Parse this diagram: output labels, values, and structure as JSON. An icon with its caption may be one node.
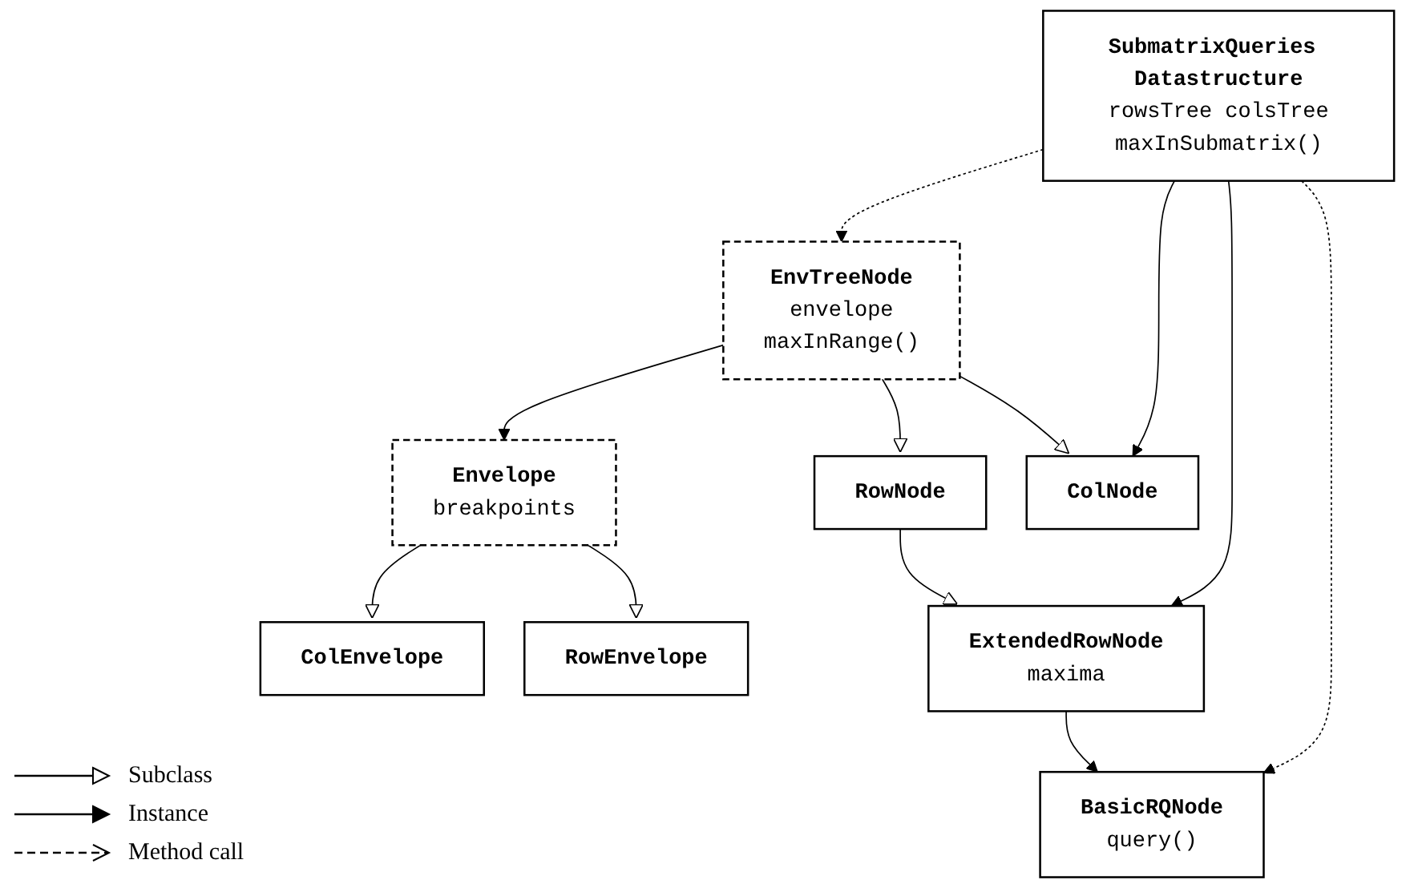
{
  "diagram": {
    "nodes": [
      {
        "text": [
          "Envelope",
          "breakpoints"
        ]
      },
      {
        "text": [
          "EnvTreeNode",
          "envelope",
          "maxInRange()"
        ]
      },
      {
        "text": [
          "ColEnvelope"
        ]
      },
      {
        "text": [
          "RowEnvelope"
        ]
      },
      {
        "text": [
          "RowNode"
        ]
      },
      {
        "text": [
          "ColNode"
        ]
      },
      {
        "text": [
          "BasicRQNode",
          "query()"
        ]
      },
      {
        "text": [
          "ExtendedRowNode",
          "maxima"
        ]
      },
      {
        "text": [
          "SubmatrixQueries Datastructure",
          "rowsTree colsTree",
          "maxInSubmatrix()"
        ]
      }
    ],
    "edges": [
      {
        "from": 1,
        "to": 0,
        "arrow": "to"
      },
      {
        "from": 0,
        "to": 2,
        "arrow": "to"
      },
      {
        "from": 0,
        "to": 3,
        "arrow": "to"
      },
      {
        "from": 1,
        "to": 4,
        "arrow": "to"
      },
      {
        "from": 1,
        "to": 5,
        "arrow": "to"
      },
      {
        "from": 4,
        "to": 7,
        "arrow": "to"
      },
      {
        "from": 7,
        "to": 6,
        "arrow": "to"
      },
      {
        "from": 8,
        "to": 7,
        "arrow": "to"
      },
      {
        "from": 8,
        "to": 5,
        "arrow": "to"
      },
      {
        "from": 8,
        "to": 1,
        "arrow": "to",
        "style": "dashed"
      },
      {
        "from": 8,
        "to": 6,
        "arrow": "to",
        "style": "dashed"
      }
    ],
    "legend": [
      {
        "text": "Subclass"
      },
      {
        "text": "Instance"
      },
      {
        "text": "Method call"
      }
    ]
  }
}
